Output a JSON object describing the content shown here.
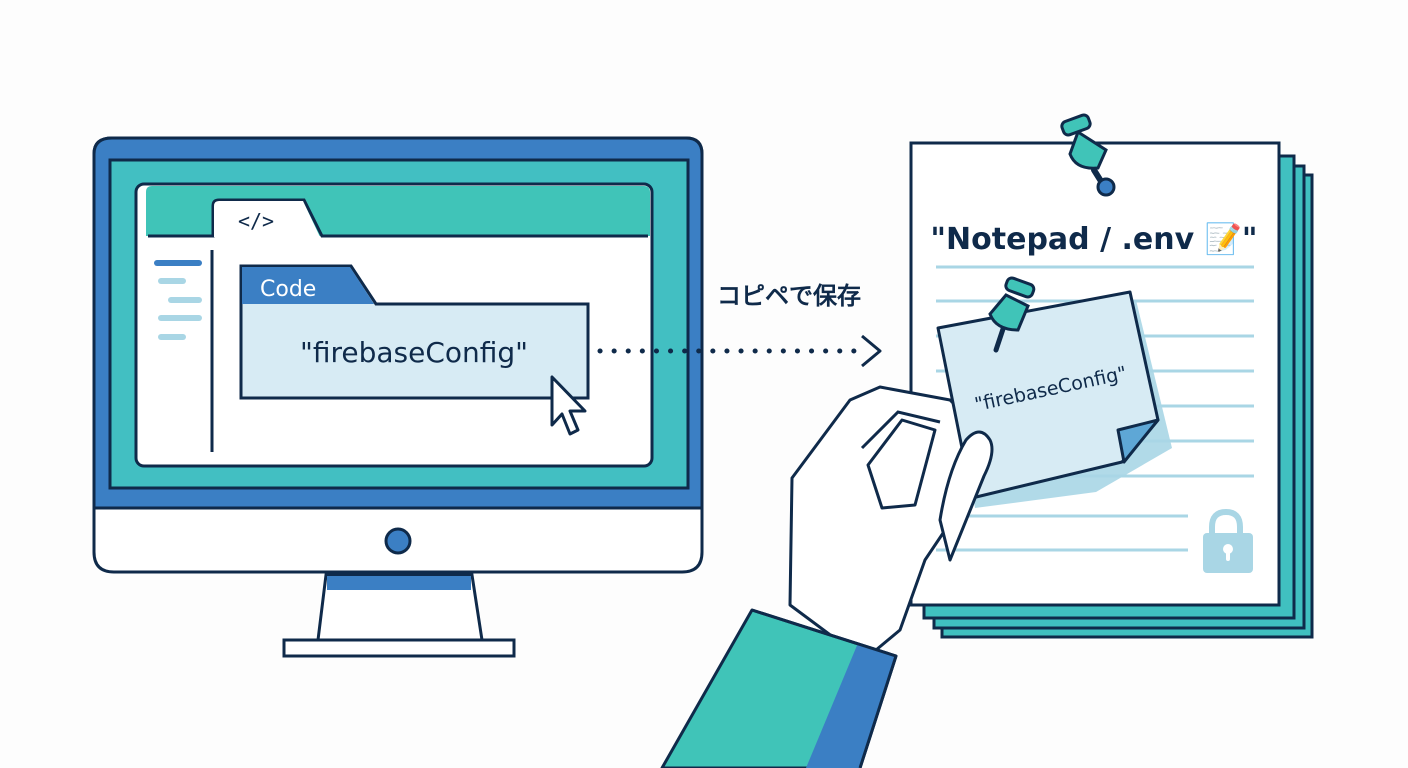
{
  "colors": {
    "navy": "#0f2a4a",
    "blue": "#3b7fc4",
    "teal": "#40c4b8",
    "lightBlue": "#d7ebf4",
    "paleBlue": "#a9d6e5",
    "white": "#ffffff"
  },
  "monitor": {
    "tab_icon": "</>",
    "code_tab_label": "Code",
    "code_text": "\"firebaseConfig\"",
    "cursor_icon": "mouse-pointer-icon"
  },
  "arrow": {
    "label": "コピペで保存",
    "icon": "dotted-arrow-right-icon"
  },
  "notepad": {
    "title": "\"Notepad / .env 📝\"",
    "pin_icon": "pushpin-icon",
    "lock_icon": "lock-icon",
    "sticky_note_text": "\"firebaseConfig\""
  }
}
